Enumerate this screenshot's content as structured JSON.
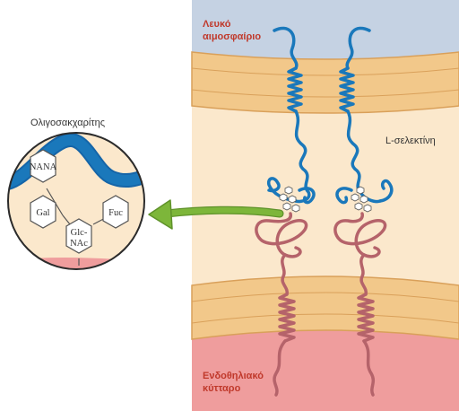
{
  "labels": {
    "leukocyte": [
      "Λευκό",
      "αιμοσφαίριο"
    ],
    "endothelial": [
      "Ενδοθηλιακό",
      "κύτταρο"
    ],
    "l_selectin": "L-σελεκτίνη",
    "oligosaccharide": "Ολιγοσακχαρίτης"
  },
  "sugars": {
    "nana": "NANA",
    "gal": "Gal",
    "glcnac": [
      "Glc-",
      "NAc"
    ],
    "fuc": "Fuc"
  },
  "colors": {
    "leukocyte": "#c5d2e3",
    "membrane_band": "#f2c88a",
    "membrane_line": "#d9a05a",
    "interstitial": "#fbe8cc",
    "endothelial": "#ef9d9d",
    "selectin": "#1a78bb",
    "receptor": "#b5636a",
    "arrow": "#7db63a",
    "label_red": "#c0392b"
  }
}
